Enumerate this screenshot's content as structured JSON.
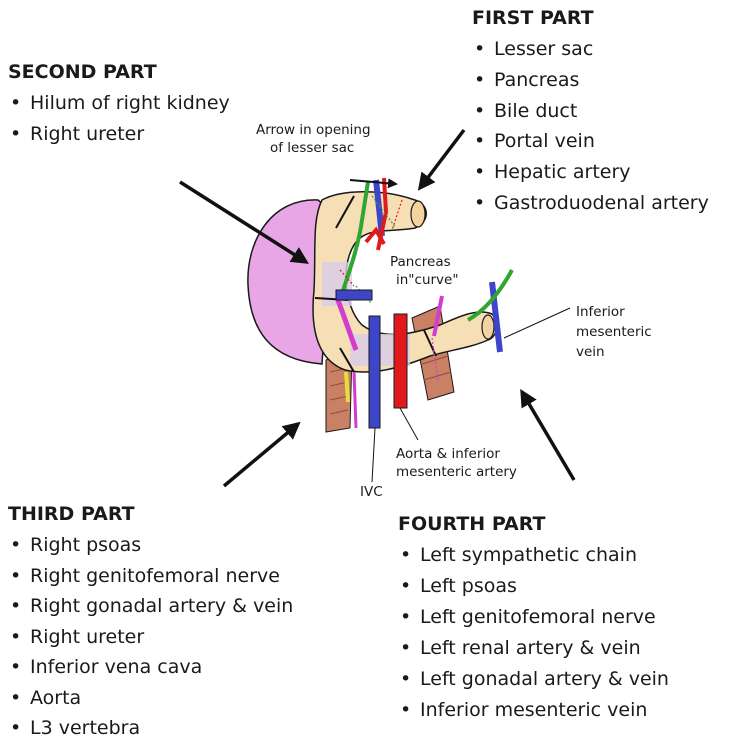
{
  "first_part": {
    "heading": "FIRST PART",
    "items": [
      "Lesser sac",
      "Pancreas",
      "Bile duct",
      "Portal vein",
      "Hepatic artery",
      "Gastroduodenal artery"
    ]
  },
  "second_part": {
    "heading": "SECOND PART",
    "items": [
      "Hilum of right kidney",
      "Right ureter"
    ]
  },
  "third_part": {
    "heading": "THIRD PART",
    "items": [
      "Right psoas",
      "Right genitofemoral nerve",
      "Right gonadal artery & vein",
      "Right ureter",
      "Inferior vena cava",
      "Aorta",
      "L3 vertebra"
    ]
  },
  "fourth_part": {
    "heading": "FOURTH PART",
    "items": [
      "Left sympathetic chain",
      "Left psoas",
      "Left genitofemoral nerve",
      "Left renal artery & vein",
      "Left gonadal artery & vein",
      "Inferior mesenteric vein"
    ]
  },
  "labels": {
    "arrow_lesser_sac_1": "Arrow in opening",
    "arrow_lesser_sac_2": "of lesser sac",
    "pancreas_1": "Pancreas",
    "pancreas_2": "in\"curve\"",
    "imv_1": "Inferior",
    "imv_2": "mesenteric",
    "imv_3": "vein",
    "aorta_ima_1": "Aorta & inferior",
    "aorta_ima_2": "mesenteric artery",
    "ivc": "IVC"
  },
  "colors": {
    "duodenum": "#f6dfb5",
    "kidney": "#e9a6e6",
    "artery": "#e0191d",
    "vein": "#3d46c8",
    "nerve": "#2fa62f",
    "muscle": "#c98064",
    "magenta_vessel": "#d23ccf",
    "pancreas_patch": "#d8ccea"
  }
}
